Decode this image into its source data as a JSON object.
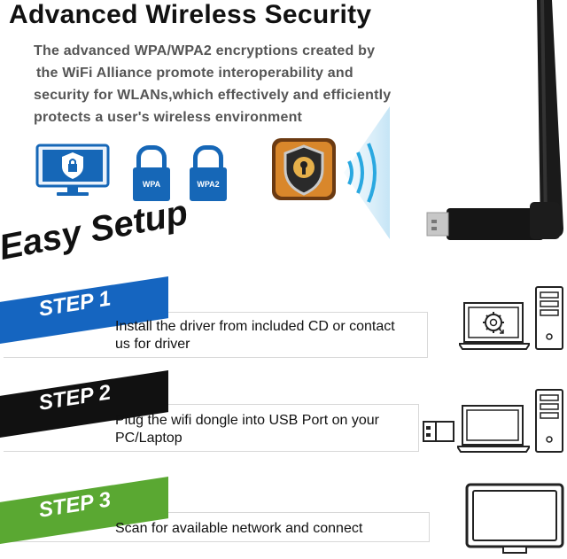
{
  "header": {
    "title": "Advanced Wireless Security",
    "description_lines": [
      "The advanced WPA/WPA2 encryptions created by",
      "the WiFi Alliance promote interoperability and",
      "security for WLANs,which effectively and efficiently",
      "protects a user's wireless environment"
    ]
  },
  "badges": {
    "wpa": "WPA",
    "wpa2": "WPA2"
  },
  "setup": {
    "title": "Easy Setup"
  },
  "steps": [
    {
      "label": "STEP 1",
      "text_lines": [
        "Install the driver from included CD or contact",
        "us for driver"
      ],
      "color": "#1565c0"
    },
    {
      "label": "STEP 2",
      "text_lines": [
        "Plug the wifi dongle into USB Port on your",
        "PC/Laptop"
      ],
      "color": "#111111"
    },
    {
      "label": "STEP 3",
      "text_lines": [
        "Scan for available network and connect"
      ],
      "color": "#5aa832"
    }
  ],
  "colors": {
    "accent_blue": "#1667b7",
    "wave_blue": "#2aa8e0",
    "adapter_black": "#151515"
  },
  "icons": [
    "shield-monitor-icon",
    "lock-icon",
    "shield-keyhole-icon",
    "signal-waves-icon",
    "laptop-gear-icon",
    "desktop-tower-icon",
    "usb-plug-icon",
    "laptop-icon",
    "monitor-icon"
  ]
}
